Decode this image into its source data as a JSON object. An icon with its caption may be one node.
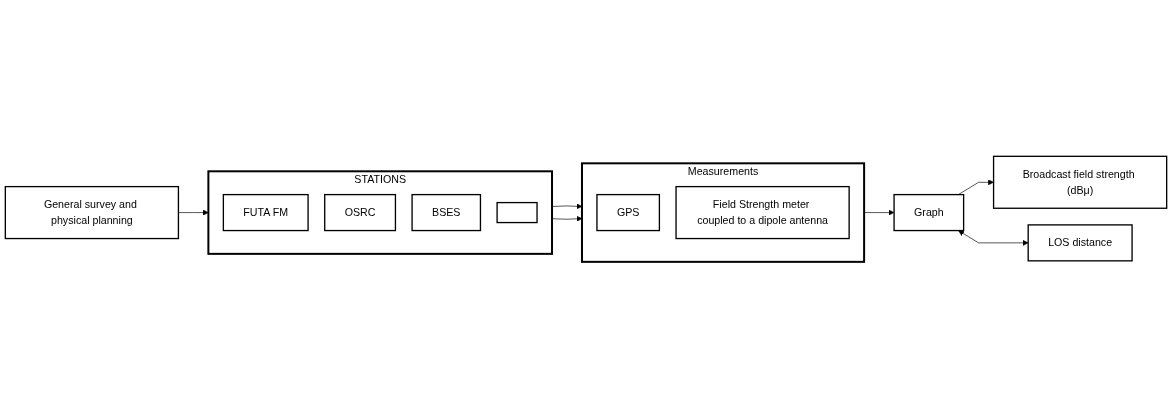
{
  "diagram": {
    "nodes": [
      {
        "text": [
          "General survey and physical planning"
        ]
      },
      {
        "text": [
          "STATIONS"
        ]
      },
      {
        "text": [
          "FUTA FM"
        ],
        "in": 1
      },
      {
        "text": [
          "OSRC"
        ],
        "in": 1
      },
      {
        "text": [
          "BSES"
        ],
        "in": 1
      },
      {
        "text": [],
        "shape": "box",
        "in": 1
      },
      {
        "text": [
          "Measurements"
        ]
      },
      {
        "text": [
          "GPS"
        ],
        "in": 6
      },
      {
        "text": [
          "Field Strength meter coupled to a dipole antenna"
        ],
        "in": 6
      },
      {
        "text": [
          "Graph"
        ]
      },
      {
        "text": [
          "Broadcast field strength (dBμ)"
        ]
      },
      {
        "text": [
          "LOS distance"
        ]
      }
    ],
    "edges": [
      {
        "from": 0,
        "to": 1,
        "arrow": "to"
      },
      {
        "from": 1,
        "to": 6,
        "arrow": "to"
      },
      {
        "from": 1,
        "to": 6,
        "arrow": "to"
      },
      {
        "from": 6,
        "to": 9,
        "arrow": "to"
      },
      {
        "from": 9,
        "to": 10,
        "arrow": "to"
      },
      {
        "from": 9,
        "to": 11,
        "arrow": "both"
      }
    ]
  }
}
